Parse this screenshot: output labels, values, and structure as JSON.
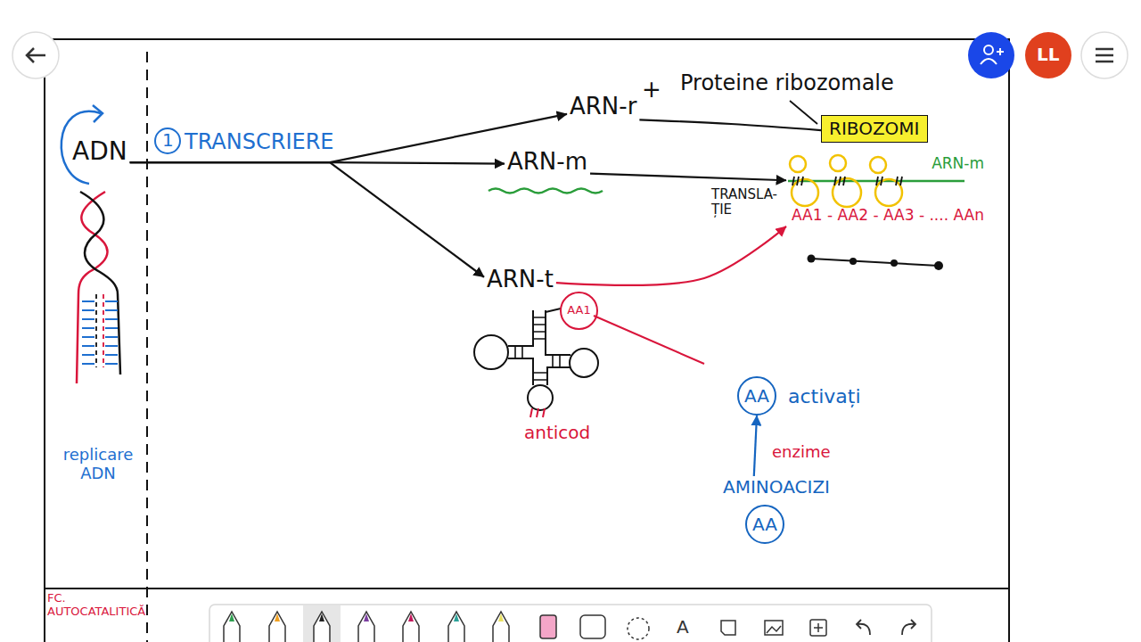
{
  "diagram": {
    "nodes": [
      {
        "text": [
          "ADN"
        ]
      },
      {
        "text": [
          "ARN-r"
        ]
      },
      {
        "text": [
          "RIBOZOMI"
        ]
      },
      {
        "text": [
          "ARN-m"
        ]
      },
      {
        "text": [
          "ARN-m",
          "AA1 - AA2 - AA3 - .... AAn"
        ]
      },
      {
        "text": [
          "ARN-t"
        ]
      },
      {
        "text": [
          "AA1"
        ]
      },
      {
        "text": [
          "AA"
        ]
      },
      {
        "text": [
          "AMINOACIZI"
        ]
      },
      {
        "text": [
          "AA"
        ]
      }
    ],
    "edges": [
      {
        "from": 0,
        "to": 1,
        "arrow": "to"
      },
      {
        "from": 0,
        "to": 3,
        "arrow": "to"
      },
      {
        "from": 0,
        "to": 5,
        "arrow": "to"
      },
      {
        "from": 3,
        "to": 4,
        "arrow": "to"
      },
      {
        "from": 5,
        "to": 4,
        "arrow": "to"
      },
      {
        "from": 1,
        "to": 2,
        "arrow": "none"
      },
      {
        "from": 8,
        "to": 7,
        "arrow": "to"
      }
    ],
    "labels": [
      "LL",
      "1",
      "TRANSCRIERE",
      "+",
      "Proteine ribozomale",
      "TRANSLA- ȚIE",
      "anticod",
      "activați",
      "enzime",
      "replicare ADN",
      "FC. AUTOCATALITICĂ",
      "A"
    ]
  }
}
